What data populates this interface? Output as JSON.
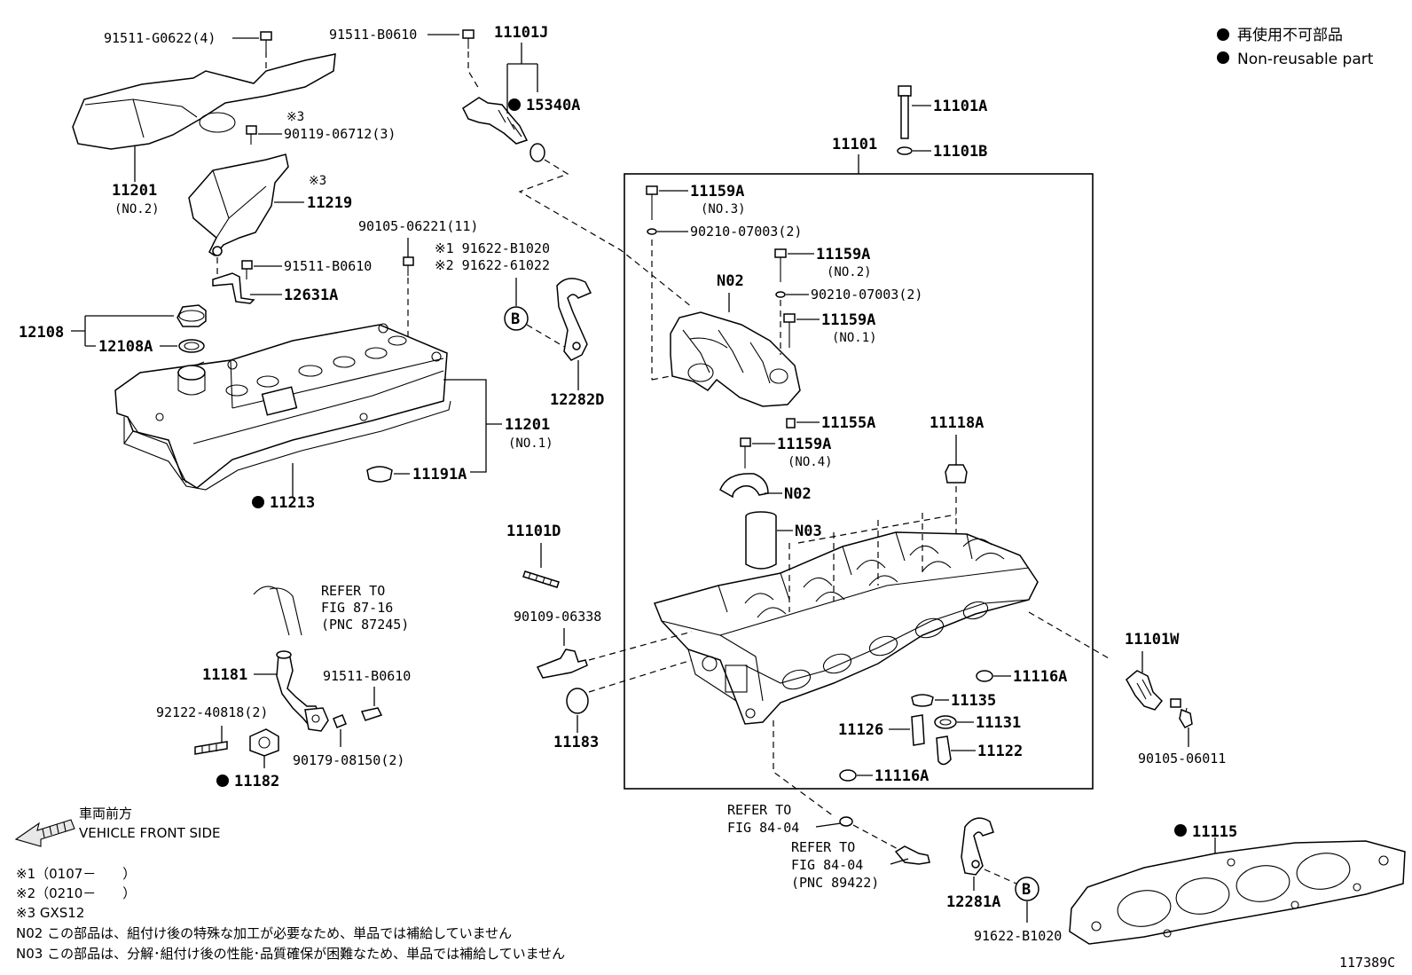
{
  "legend": {
    "non_reusable_ja": "再使用不可部品",
    "non_reusable_en": "Non-reusable part"
  },
  "parts": {
    "p91511_G0622": "91511-G0622(4)",
    "p91511_B0610_top": "91511-B0610",
    "p11101J": "11101J",
    "p15340A": "15340A",
    "p90119": "90119-06712(3)",
    "mark3_a": "※3",
    "p11201_no2": "11201",
    "p11201_no2_sub": "(NO.2)",
    "mark3_b": "※3",
    "p11219": "11219",
    "p90105_06221": "90105-06221(11)",
    "p91622_B1020_m1": "※1 91622-B1020",
    "p91622_61022_m2": "※2 91622-61022",
    "p91511_B0610_mid": "91511-B0610",
    "p12631A": "12631A",
    "p12108": "12108",
    "p12108A": "12108A",
    "bubble_B": "B",
    "p12282D": "12282D",
    "p11201_no1": "11201",
    "p11201_no1_sub": "(NO.1)",
    "p11191A": "11191A",
    "p11213": "11213",
    "p11101A": "11101A",
    "p11101": "11101",
    "p11101B": "11101B",
    "p11159A_no3": "11159A",
    "p11159A_no3_sub": "(NO.3)",
    "p90210_a": "90210-07003(2)",
    "p11159A_no2": "11159A",
    "p11159A_no2_sub": "(NO.2)",
    "pN02_top": "N02",
    "p90210_b": "90210-07003(2)",
    "p11159A_no1": "11159A",
    "p11159A_no1_sub": "(NO.1)",
    "p11155A": "11155A",
    "p11118A": "11118A",
    "p11159A_no4": "11159A",
    "p11159A_no4_sub": "(NO.4)",
    "pN02_mid": "N02",
    "pN03": "N03",
    "p11101D": "11101D",
    "p90109": "90109-06338",
    "p11183": "11183",
    "p11101W": "11101W",
    "p11116A_a": "11116A",
    "p11135": "11135",
    "p11131": "11131",
    "p11126": "11126",
    "p11122": "11122",
    "p11116A_b": "11116A",
    "p90105_06011": "90105-06011",
    "ref1_a": "REFER TO",
    "ref1_b": "FIG 87-16",
    "ref1_c": "(PNC 87245)",
    "p11181": "11181",
    "p91511_B0610_low": "91511-B0610",
    "p92122": "92122-40818(2)",
    "p90179": "90179-08150(2)",
    "p11182": "11182",
    "ref2_a": "REFER TO",
    "ref2_b": "FIG 84-04",
    "ref3_a": "REFER TO",
    "ref3_b": "FIG 84-04",
    "ref3_c": "(PNC 89422)",
    "p12281A": "12281A",
    "bubble_B2": "B",
    "p91622_B1020_low": "91622-B1020",
    "p11115": "11115"
  },
  "front": {
    "ja": "車両前方",
    "en": "VEHICLE FRONT SIDE"
  },
  "notes": {
    "n1": "※1（0107－　　）",
    "n2": "※2（0210－　　）",
    "n3": "※3 GXS12",
    "n4": "N02 この部品は、組付け後の特殊な加工が必要なため、単品では補給していません",
    "n5": "N03 この部品は、分解･組付け後の性能･品質確保が困難なため、単品では補給していません"
  },
  "figure_id": "117389C"
}
